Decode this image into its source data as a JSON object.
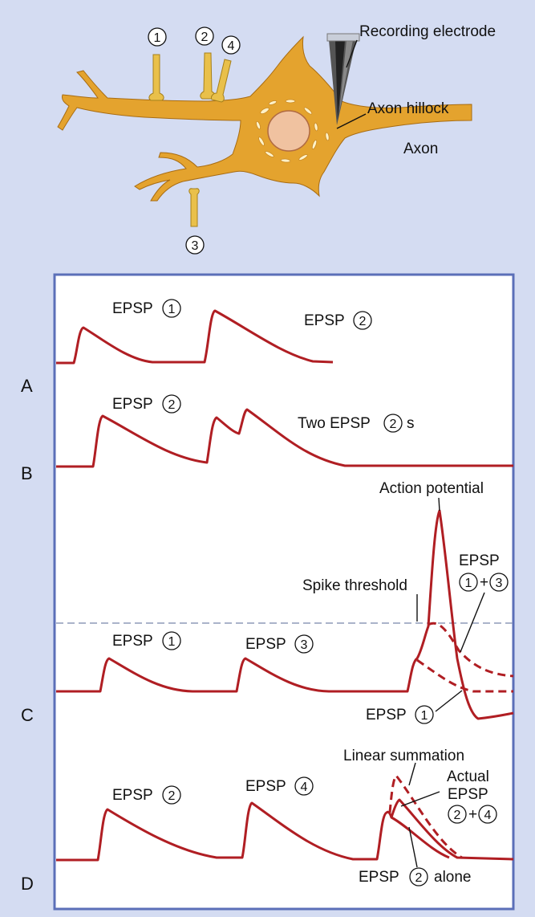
{
  "neuron": {
    "synapse_labels": [
      "1",
      "2",
      "4",
      "3"
    ],
    "recording_electrode": "Recording electrode",
    "axon_hillock": "Axon hillock",
    "axon": "Axon"
  },
  "traces": {
    "row_labels": [
      "A",
      "B",
      "C",
      "D"
    ],
    "a": {
      "epsp_1": "EPSP",
      "epsp_1_num": "1",
      "epsp_2": "EPSP",
      "epsp_2_num": "2"
    },
    "b": {
      "epsp_2": "EPSP",
      "epsp_2_num": "2",
      "two_prefix": "Two EPSP",
      "two_num": "2",
      "two_suffix": "s"
    },
    "c": {
      "action_potential": "Action potential",
      "epsp_sum": "EPSP",
      "sum_a": "1",
      "plus": "+",
      "sum_b": "3",
      "spike_threshold": "Spike threshold",
      "epsp_1": "EPSP",
      "epsp_1_num": "1",
      "epsp_3": "EPSP",
      "epsp_3_num": "3",
      "epsp_1b": "EPSP",
      "epsp_1b_num": "1"
    },
    "d": {
      "linear_summation": "Linear summation",
      "actual": "Actual",
      "actual_epsp": "EPSP",
      "sum_a": "2",
      "plus": "+",
      "sum_b": "4",
      "epsp_2": "EPSP",
      "epsp_2_num": "2",
      "epsp_4": "EPSP",
      "epsp_4_num": "4",
      "alone_prefix": "EPSP",
      "alone_num": "2",
      "alone_suffix": "alone"
    }
  },
  "colors": {
    "background": "#d4dcf2",
    "panel_border": "#5b6fb8",
    "trace": "#b01e23",
    "threshold": "#8d9ab8",
    "neuron_fill": "#e4a32e",
    "synapse_fill": "#e9c04a",
    "nucleus": "#f0c2a0"
  }
}
